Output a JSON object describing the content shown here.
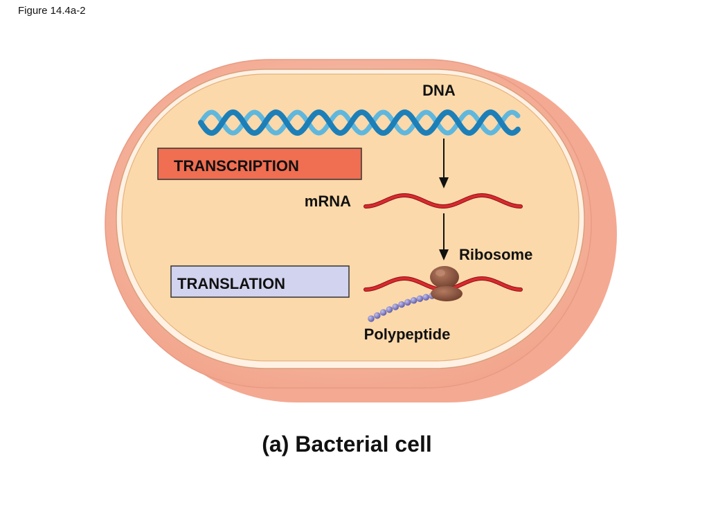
{
  "figure_label": "Figure 14.4a-2",
  "labels": {
    "dna": "DNA",
    "mrna": "mRNA",
    "ribosome": "Ribosome",
    "polypeptide": "Polypeptide"
  },
  "process_boxes": {
    "transcription": "TRANSCRIPTION",
    "translation": "TRANSLATION"
  },
  "subtitle": "(a) Bacterial cell",
  "colors": {
    "cell_wall": "#f6b9a3",
    "cytoplasm": "#fcd9aa",
    "dna_strand_dark": "#1d7fb8",
    "dna_strand_light": "#5fb7dd",
    "mrna": "#d0232a",
    "transcription_box": "#f06e51",
    "translation_box": "#d2d3ee",
    "ribosome": "#8a5642",
    "polypeptide_bead": "#8a86c9"
  }
}
